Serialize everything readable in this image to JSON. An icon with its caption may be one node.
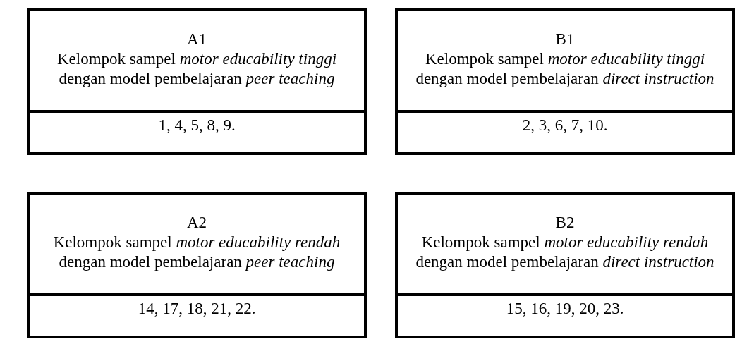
{
  "diagram": {
    "nodes": [
      {
        "text": [
          "A1",
          "Kelompok sampel *motor educability tinggi* dengan model pembelajaran *peer teaching*",
          "1, 4, 5, 8, 9."
        ]
      },
      {
        "text": [
          "B1",
          "Kelompok sampel *motor educability tinggi* dengan model pembelajaran *direct instruction*",
          "2, 3, 6, 7, 10."
        ]
      },
      {
        "text": [
          "A2",
          "Kelompok sampel *motor educability rendah* dengan model pembelajaran *peer teaching*",
          "14, 17, 18, 21, 22."
        ]
      },
      {
        "text": [
          "B2",
          "Kelompok sampel *motor educability rendah* dengan model pembelajaran *direct instruction*",
          "15, 16, 19, 20, 23."
        ]
      }
    ]
  }
}
